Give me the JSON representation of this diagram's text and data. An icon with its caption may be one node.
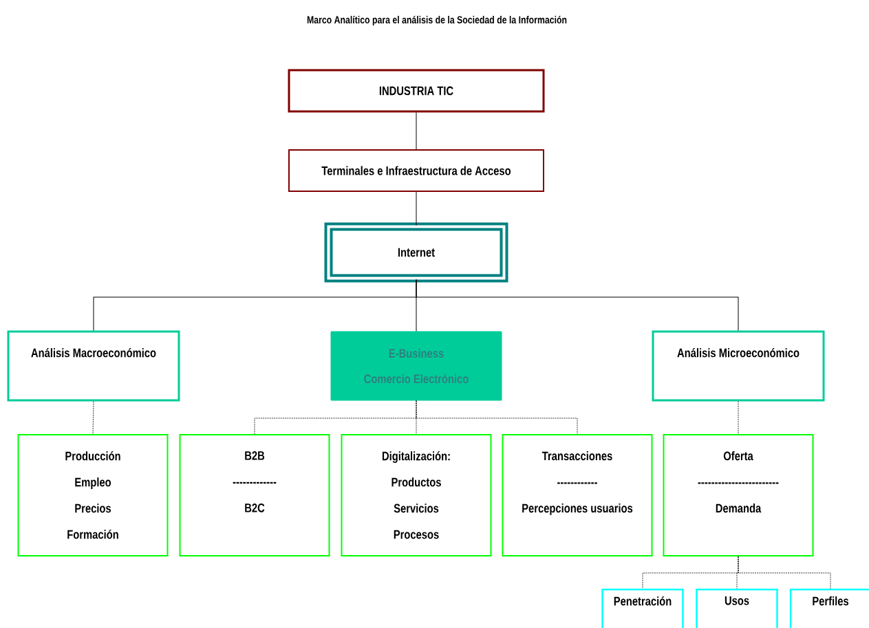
{
  "diagram": {
    "title": "Marco Analítico para el análisis de la Sociedad de la Información",
    "nodes": [
      {
        "text": [
          "INDUSTRIA TIC"
        ]
      },
      {
        "text": [
          "Terminales e Infraestructura de Acceso"
        ]
      },
      {
        "text": [
          "Internet"
        ]
      },
      {
        "text": [
          "Análisis Macroeconómico"
        ]
      },
      {
        "text": [
          "E-Business",
          "Comercio Electrónico"
        ]
      },
      {
        "text": [
          "Análisis Microeconómico"
        ]
      },
      {
        "text": [
          "Producción",
          "Empleo",
          "Precios",
          "Formación"
        ]
      },
      {
        "text": [
          "B2B",
          "-------------",
          "B2C"
        ]
      },
      {
        "text": [
          "Digitalización:",
          "Productos",
          "Servicios",
          "Procesos"
        ]
      },
      {
        "text": [
          "Transacciones",
          "------------",
          "Percepciones usuarios"
        ]
      },
      {
        "text": [
          "Oferta",
          "------------------------",
          "Demanda"
        ]
      },
      {
        "text": [
          "Penetración"
        ]
      },
      {
        "text": [
          "Usos"
        ]
      },
      {
        "text": [
          "Perfiles"
        ]
      }
    ],
    "edges": [
      {
        "from": 0,
        "to": 1,
        "arrow": "none"
      },
      {
        "from": 1,
        "to": 2,
        "arrow": "none"
      },
      {
        "from": 2,
        "to": 3,
        "arrow": "none"
      },
      {
        "from": 2,
        "to": 4,
        "arrow": "none"
      },
      {
        "from": 2,
        "to": 5,
        "arrow": "none"
      },
      {
        "from": 3,
        "to": 6,
        "arrow": "none",
        "style": "dashed"
      },
      {
        "from": 4,
        "to": 7,
        "arrow": "none",
        "style": "dashed"
      },
      {
        "from": 4,
        "to": 8,
        "arrow": "none",
        "style": "dashed"
      },
      {
        "from": 4,
        "to": 9,
        "arrow": "none",
        "style": "dashed"
      },
      {
        "from": 5,
        "to": 10,
        "arrow": "none",
        "style": "dashed"
      },
      {
        "from": 10,
        "to": 11,
        "arrow": "none",
        "style": "dashed"
      },
      {
        "from": 10,
        "to": 12,
        "arrow": "none",
        "style": "dashed"
      },
      {
        "from": 10,
        "to": 13,
        "arrow": "none",
        "style": "dashed"
      }
    ]
  }
}
